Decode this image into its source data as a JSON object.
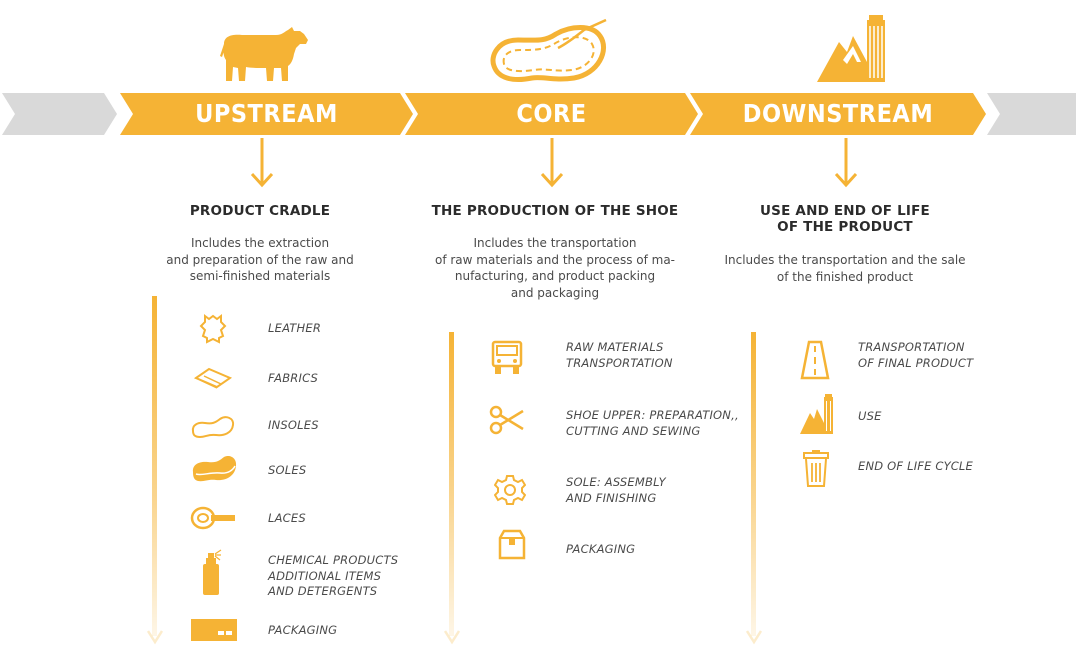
{
  "colors": {
    "accent": "#f5b335",
    "accent_dark": "#e8a21a",
    "grey_chevron": "#d9d9d9",
    "text": "#3d3d3d"
  },
  "stages": {
    "upstream": {
      "label": "UPSTREAM",
      "title": "PRODUCT CRADLE",
      "description": "Includes the extraction\nand preparation of the raw and\nsemi-finished materials",
      "items": [
        {
          "label": "LEATHER",
          "icon": "leather-hide-icon"
        },
        {
          "label": "FABRICS",
          "icon": "fabric-roll-icon"
        },
        {
          "label": "INSOLES",
          "icon": "insole-icon"
        },
        {
          "label": "SOLES",
          "icon": "sole-icon"
        },
        {
          "label": "LACES",
          "icon": "lace-icon"
        },
        {
          "label": "CHEMICAL PRODUCTS\nADDITIONAL ITEMS\nAND DETERGENTS",
          "icon": "spray-can-icon"
        },
        {
          "label": "PACKAGING",
          "icon": "box-icon"
        }
      ]
    },
    "core": {
      "label": "CORE",
      "title": "THE PRODUCTION OF THE SHOE",
      "description": "Includes the transportation\nof raw materials and the process of ma-\nnufacturing, and product packing\nand packaging",
      "items": [
        {
          "label": "RAW MATERIALS\nTRANSPORTATION",
          "icon": "truck-icon"
        },
        {
          "label": "SHOE UPPER: PREPARATION,,\nCUTTING AND SEWING",
          "icon": "scissors-icon"
        },
        {
          "label": "SOLE: ASSEMBLY\nAND FINISHING",
          "icon": "gear-icon"
        },
        {
          "label": "PACKAGING",
          "icon": "package-icon"
        }
      ]
    },
    "downstream": {
      "label": "DOWNSTREAM",
      "title": "USE AND END OF LIFE\nOF THE PRODUCT",
      "description": "Includes the transportation and the sale\nof the finished product",
      "items": [
        {
          "label": "TRANSPORTATION\nOF FINAL PRODUCT",
          "icon": "road-icon"
        },
        {
          "label": "USE",
          "icon": "mountain-city-icon"
        },
        {
          "label": "END OF LIFE CYCLE",
          "icon": "trash-bin-icon"
        }
      ]
    }
  }
}
